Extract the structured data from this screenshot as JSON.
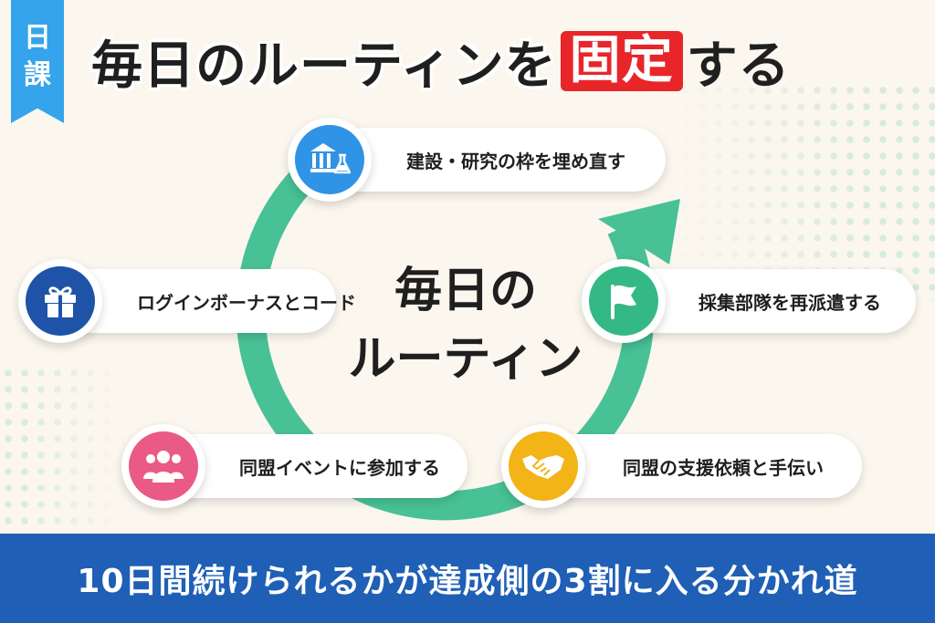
{
  "corner_tag": {
    "line1": "日",
    "line2": "課"
  },
  "title": {
    "main": "毎日のルーティンを",
    "highlight": "固定",
    "tail": "する"
  },
  "center": {
    "line1": "毎日の",
    "line2": "ルーティン"
  },
  "routine_items": [
    {
      "label": "建設・研究の枠を埋め直す",
      "icon": "building-flask-icon",
      "color": "#2f93e6"
    },
    {
      "label": "採集部隊を再派遣する",
      "icon": "flag-icon",
      "color": "#34b985"
    },
    {
      "label": "同盟の支援依頼と手伝い",
      "icon": "handshake-icon",
      "color": "#f2b416"
    },
    {
      "label": "同盟イベントに参加する",
      "icon": "people-icon",
      "color": "#ea5a86"
    },
    {
      "label": "ログインボーナスとコード",
      "icon": "gift-icon",
      "color": "#1e53a8"
    }
  ],
  "colors": {
    "cycle_arrow": "#48c196",
    "title_highlight": "#e8262a",
    "banner": "#1f5fb6",
    "corner_tag": "#35a4ec"
  },
  "banner": {
    "text": "10日間続けられるかが達成側の3割に入る分かれ道"
  }
}
